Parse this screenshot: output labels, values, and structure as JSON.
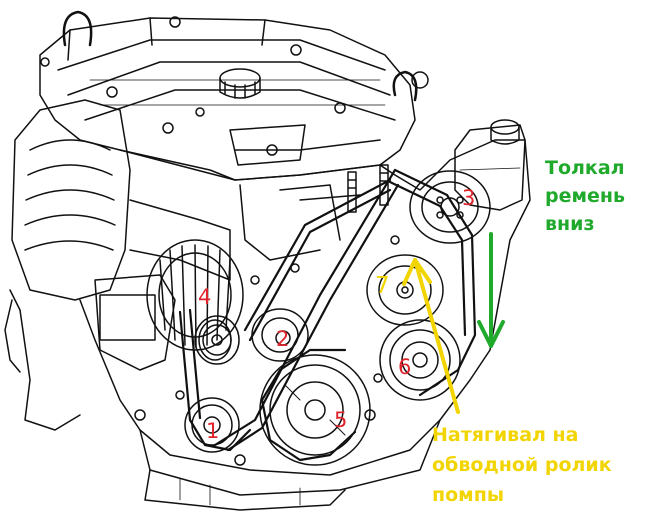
{
  "colors": {
    "line": "#111111",
    "number_red": "#e0242b",
    "number_yellow": "#f2d500",
    "note_green": "#1faa2c",
    "note_yellow": "#f2d500"
  },
  "pulley_labels": {
    "p1": "1",
    "p2": "2",
    "p3": "3",
    "p4": "4",
    "p5": "5",
    "p6": "6",
    "p7": "7"
  },
  "note_push": {
    "line1": "Толкал",
    "line2": "ремень",
    "line3": "вниз"
  },
  "note_tensioner": {
    "line1": "Натягивал на",
    "line2": "обводной ролик",
    "line3": "помпы"
  },
  "icons": {
    "push_down_arrow": "green-down-arrow-icon",
    "tensioner_arrow": "yellow-pointer-arrow-icon"
  }
}
